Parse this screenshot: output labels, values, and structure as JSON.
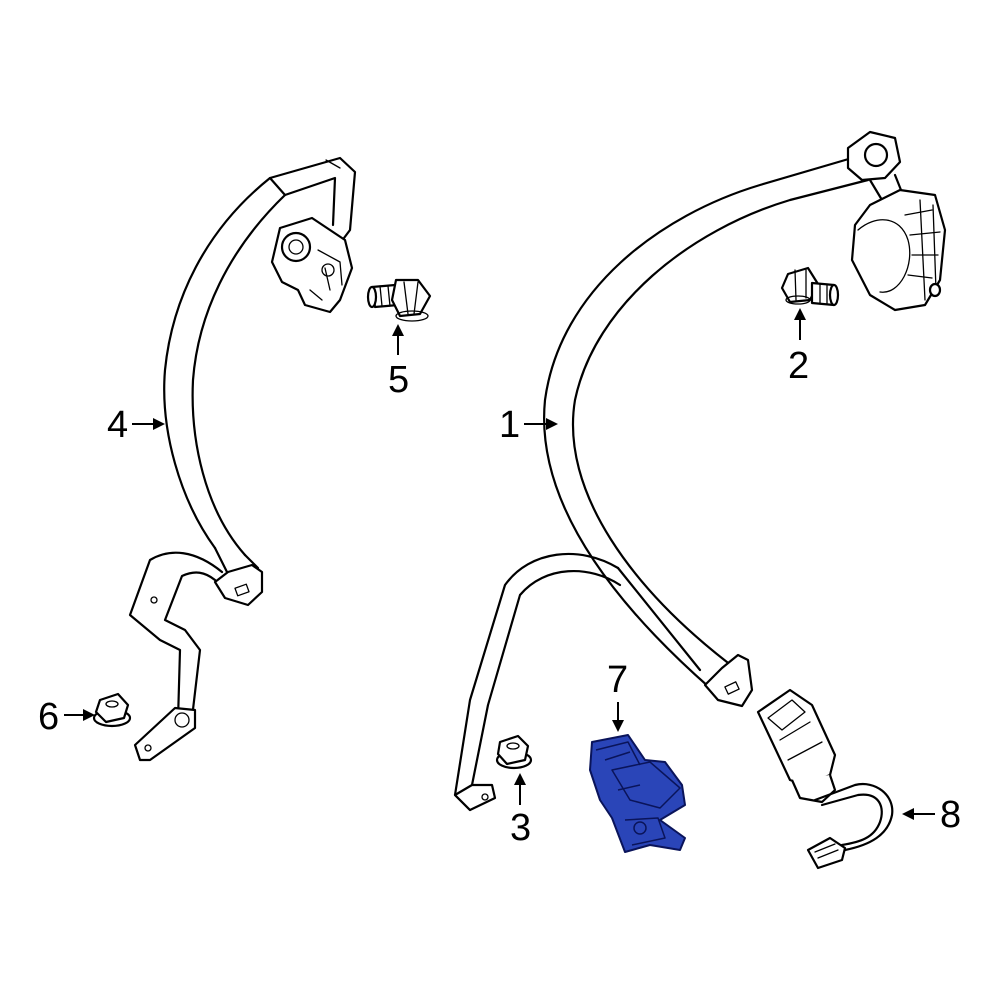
{
  "callouts": {
    "c1": "1",
    "c2": "2",
    "c3": "3",
    "c4": "4",
    "c5": "5",
    "c6": "6",
    "c7": "7",
    "c8": "8"
  },
  "colors": {
    "highlight": "#2a45b8",
    "line": "#000000",
    "background": "#ffffff"
  }
}
